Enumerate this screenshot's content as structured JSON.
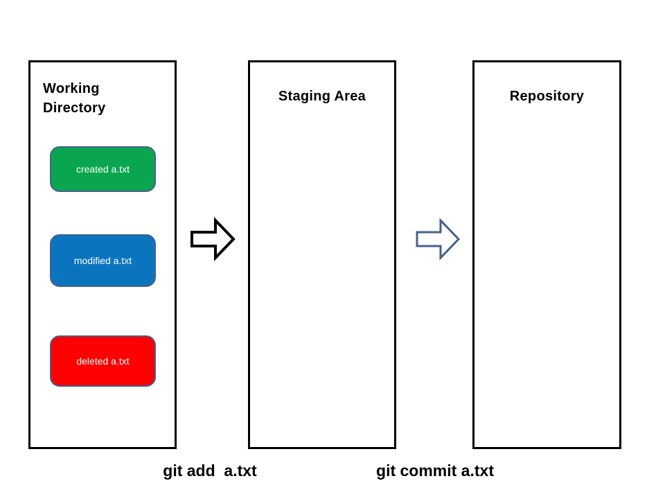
{
  "columns": {
    "working": {
      "title": "Working Directory"
    },
    "staging": {
      "title": "Staging Area"
    },
    "repository": {
      "title": "Repository"
    }
  },
  "files": [
    {
      "label": "created a.txt",
      "color": "#0aa64f"
    },
    {
      "label": "modified a.txt",
      "color": "#0b74be"
    },
    {
      "label": "deleted a.txt",
      "color": "#fe0000"
    }
  ],
  "commands": {
    "add": "git add  a.txt",
    "commit": "git commit a.txt"
  },
  "colors": {
    "background": "#ffffff",
    "box_border": "#000000",
    "file_border": "#44618e",
    "file_text": "#ffffff",
    "arrow_add_stroke": "#000000",
    "arrow_commit_stroke": "#44618e"
  }
}
